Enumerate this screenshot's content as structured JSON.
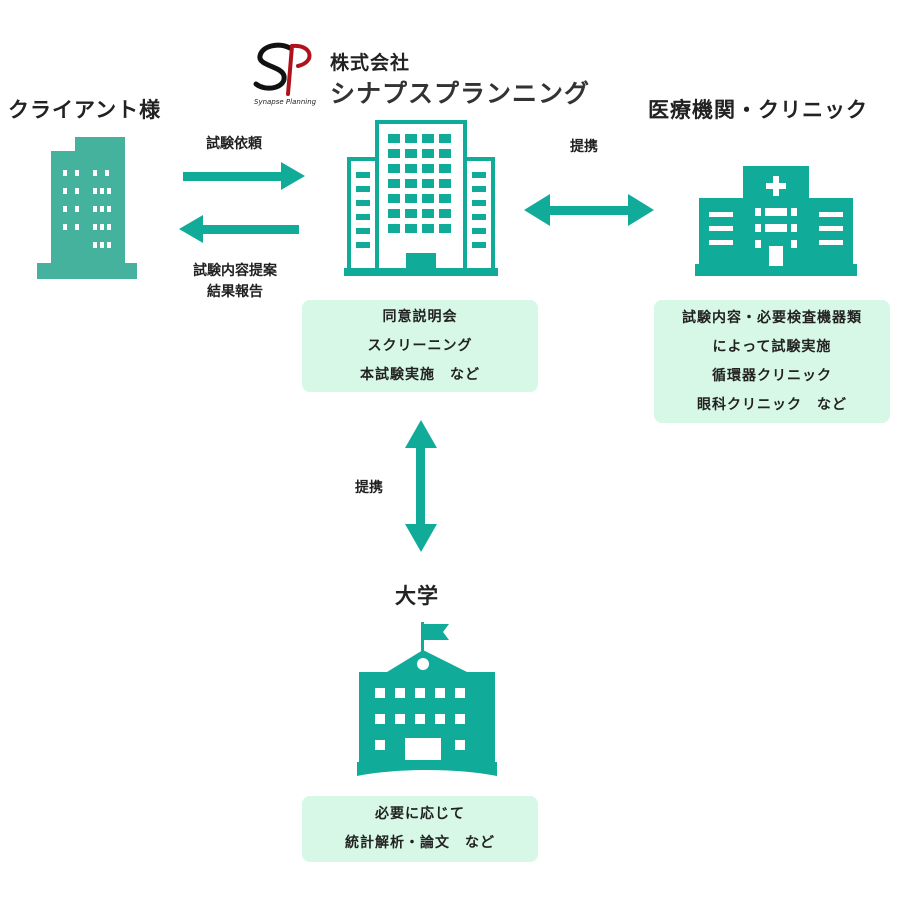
{
  "colors": {
    "teal": "#11ab9a",
    "client_teal": "#44b29c",
    "box_fill": "#d7f8e6",
    "logo_red": "#b0121d"
  },
  "logo": {
    "company_prefix": "株式会社",
    "company_name": "シナプスプランニング",
    "subtitle": "Synapse Planning",
    "mark_letters": "SP"
  },
  "nodes": {
    "client": {
      "label": "クライアント様",
      "icon": "office-building-icon"
    },
    "synapse": {
      "icon": "office-tower-icon"
    },
    "hospital": {
      "label": "医療機関・クリニック",
      "icon": "hospital-icon"
    },
    "university": {
      "label": "大学",
      "icon": "school-building-icon"
    }
  },
  "edges": {
    "client_to_synapse": {
      "label": "試験依頼",
      "icon": "arrow-right-icon"
    },
    "synapse_to_client": {
      "label_line1": "試験内容提案",
      "label_line2": "結果報告",
      "icon": "arrow-left-icon"
    },
    "synapse_hospital": {
      "label": "提携",
      "icon": "double-arrow-horizontal-icon"
    },
    "synapse_university": {
      "label": "提携",
      "icon": "double-arrow-vertical-icon"
    }
  },
  "boxes": {
    "synapse": {
      "lines": [
        "同意説明会",
        "スクリーニング",
        "本試験実施　など"
      ]
    },
    "hospital": {
      "lines": [
        "試験内容・必要検査機器類",
        "によって試験実施",
        "循環器クリニック",
        "眼科クリニック　など"
      ]
    },
    "university": {
      "lines": [
        "必要に応じて",
        "統計解析・論文　など"
      ]
    }
  }
}
